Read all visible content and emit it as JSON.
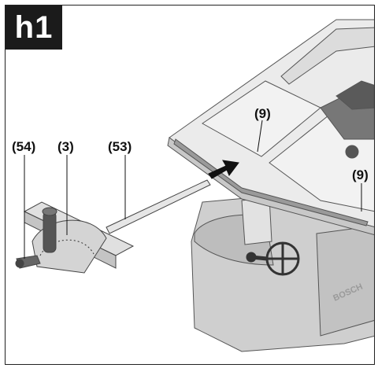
{
  "figure": {
    "label": "h1",
    "callouts": {
      "c54": "(54)",
      "c3": "(3)",
      "c53": "(53)",
      "c9a": "(9)",
      "c9b": "(9)"
    },
    "brand_mark": "BOSCH"
  }
}
